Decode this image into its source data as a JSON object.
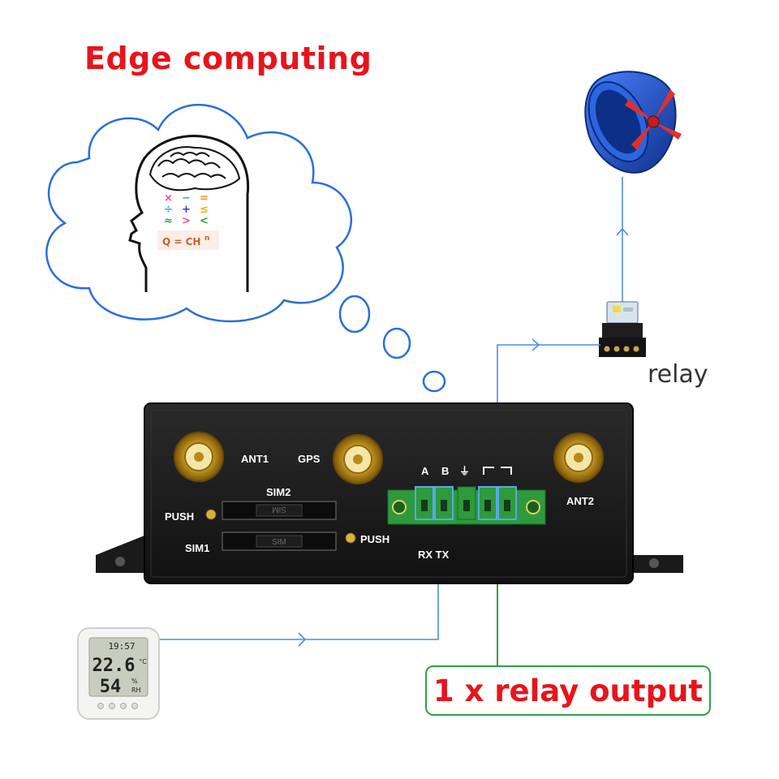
{
  "title": "Edge computing",
  "brain": {
    "formula": "Q = CH",
    "formula_sup": "n",
    "symbols": [
      "×",
      "−",
      "=",
      "÷",
      "+",
      "≤",
      "≈",
      ">",
      "<"
    ]
  },
  "router": {
    "ant1": "ANT1",
    "gps": "GPS",
    "ant2": "ANT2",
    "sim2": "SIM2",
    "sim1": "SIM1",
    "sim_text": "SIM",
    "push_top": "PUSH",
    "push_bottom": "PUSH",
    "terminal_a": "A",
    "terminal_b": "B",
    "ground_symbol": "⏚",
    "rx_tx": "RX TX"
  },
  "sensor": {
    "top_value": "19:57",
    "temperature": "22.6",
    "temp_unit": "°C",
    "humidity": "54",
    "humidity_unit_top": "%",
    "humidity_unit_bottom": "RH"
  },
  "relay_label": "relay",
  "callout": "1 x relay output",
  "colors": {
    "title": "#e8141b",
    "flow_line": "#4a8fd8",
    "callout_border": "#2ca24a",
    "callout_text": "#e8141b",
    "fan_blue": "#1f55c8",
    "fan_blade": "#e0312b",
    "terminal_green": "#2e9a3c",
    "router_body": "#1b1b1b"
  },
  "icons": [
    "cloud-thought-icon",
    "brain-head-icon",
    "fan-icon",
    "relay-icon",
    "thermometer-hygrometer-icon",
    "router-device-icon"
  ]
}
